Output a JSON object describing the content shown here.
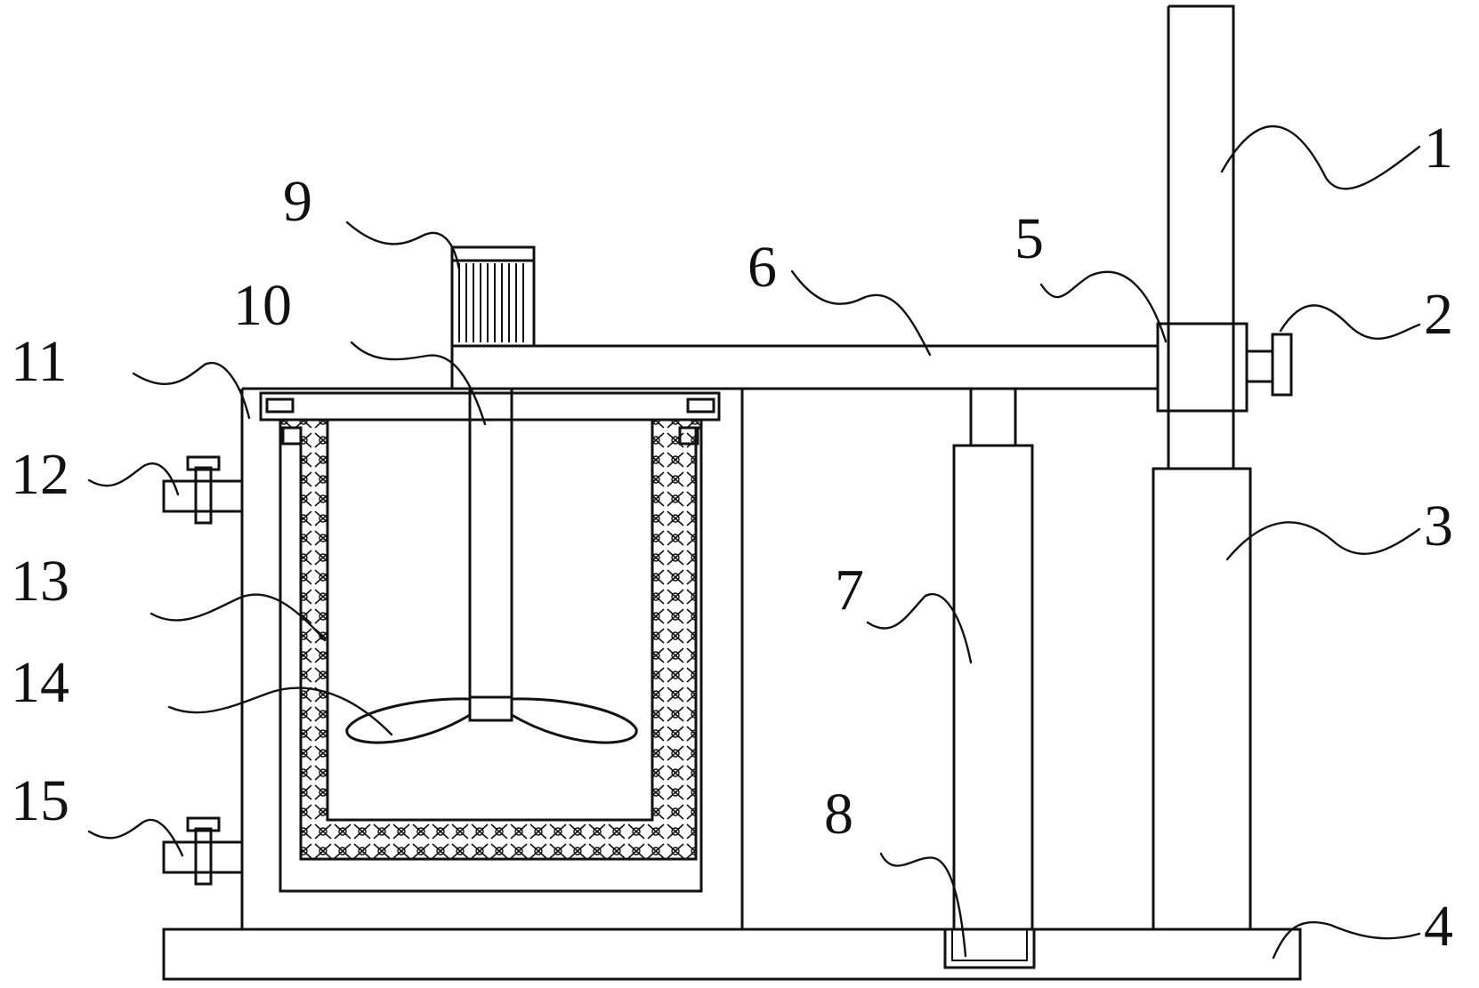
{
  "figure": {
    "labels": [
      {
        "id": "label-1",
        "text": "1"
      },
      {
        "id": "label-2",
        "text": "2"
      },
      {
        "id": "label-3",
        "text": "3"
      },
      {
        "id": "label-4",
        "text": "4"
      },
      {
        "id": "label-5",
        "text": "5"
      },
      {
        "id": "label-6",
        "text": "6"
      },
      {
        "id": "label-7",
        "text": "7"
      },
      {
        "id": "label-8",
        "text": "8"
      },
      {
        "id": "label-9",
        "text": "9"
      },
      {
        "id": "label-10",
        "text": "10"
      },
      {
        "id": "label-11",
        "text": "11"
      },
      {
        "id": "label-12",
        "text": "12"
      },
      {
        "id": "label-13",
        "text": "13"
      },
      {
        "id": "label-14",
        "text": "14"
      },
      {
        "id": "label-15",
        "text": "15"
      }
    ]
  }
}
